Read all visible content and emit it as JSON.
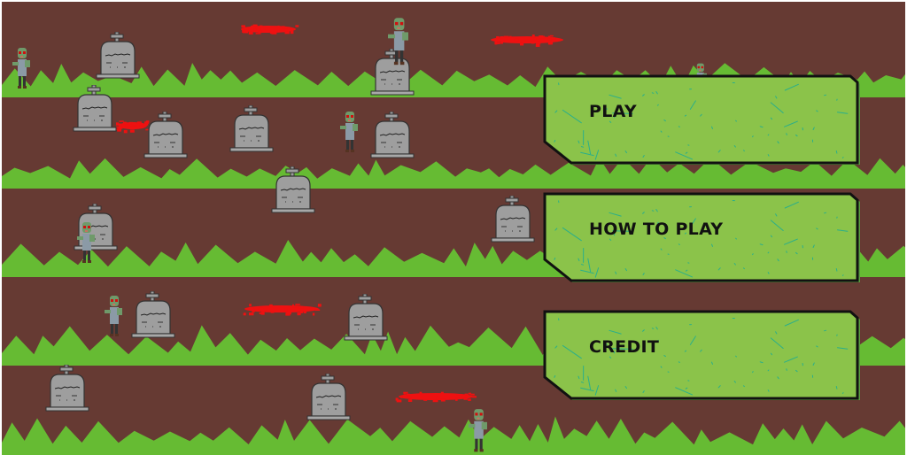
{
  "colors": {
    "dirt": "#663a33",
    "grass": "#66bb33",
    "button_fill": "#8bc34a",
    "button_edge": "#5aa040",
    "button_border": "#111111",
    "button_scratch": "#2aaf8a",
    "blood": "#ee1111",
    "tombstone": "#9e9e9e",
    "tombstone_outline": "#333333"
  },
  "menu": {
    "buttons": [
      {
        "id": "play",
        "label": "PLAY"
      },
      {
        "id": "how-to-play",
        "label": "HOW TO PLAY"
      },
      {
        "id": "credit",
        "label": "CREDIT"
      }
    ]
  },
  "scene": {
    "lanes": 5,
    "sprites": [
      {
        "kind": "tombstone",
        "icon": "tombstone-icon"
      },
      {
        "kind": "zombie",
        "icon": "zombie-icon"
      },
      {
        "kind": "blood",
        "icon": "blood-splatter-icon"
      }
    ]
  }
}
